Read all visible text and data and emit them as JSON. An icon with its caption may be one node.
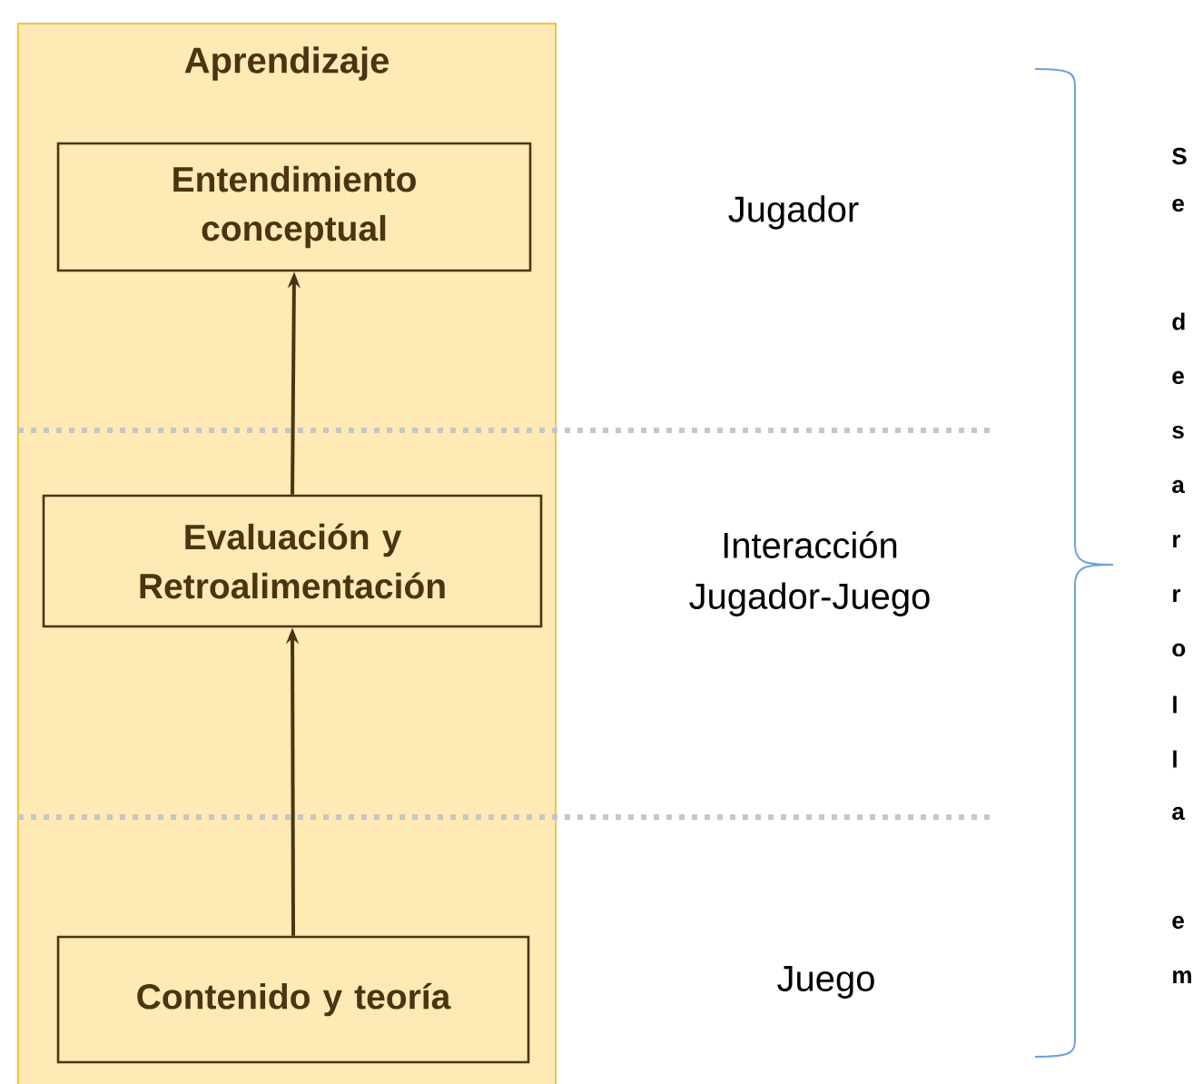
{
  "diagram": {
    "nodes": [
      {
        "text": [
          "Aprendizaje"
        ]
      },
      {
        "text": [
          "Entendimiento conceptual"
        ],
        "in": 0
      },
      {
        "text": [
          "Evaluación y Retroalimentación"
        ],
        "in": 0
      },
      {
        "text": [
          "Contenido y teoría"
        ],
        "in": 0
      }
    ],
    "edges": [
      {
        "from": 3,
        "to": 2,
        "arrow": "to"
      },
      {
        "from": 2,
        "to": 1,
        "arrow": "to"
      }
    ],
    "labels": [
      "Jugador",
      "Interacción Jugador-Juego",
      "Juego",
      "S",
      "e",
      "d",
      "e",
      "s",
      "a",
      "r",
      "r",
      "o",
      "l",
      "l",
      "a",
      "e",
      "m"
    ]
  }
}
